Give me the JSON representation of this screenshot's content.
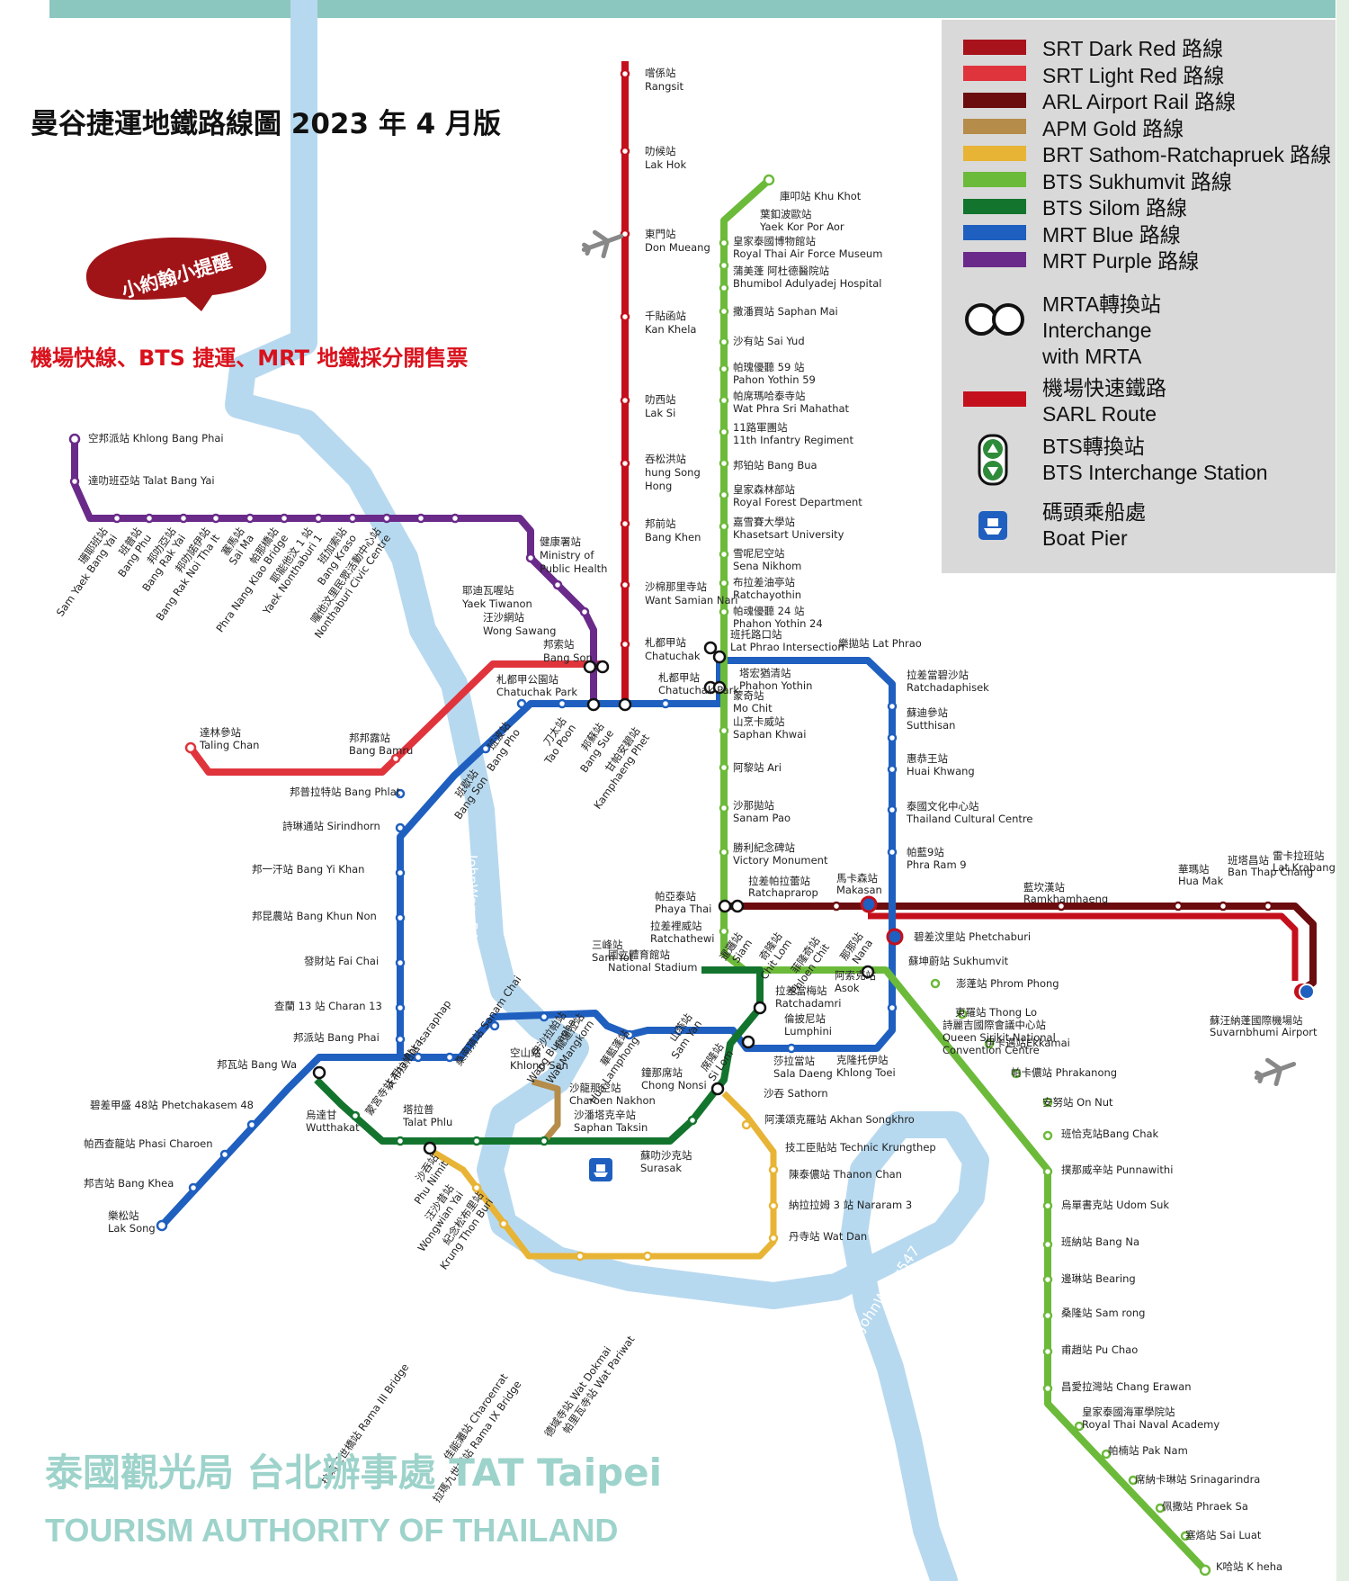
{
  "title": "曼谷捷運地鐵路線圖 2023 年 4 月版",
  "reminder": "小約翰小提醒",
  "notice": "機場快線、BTS 捷運、MRT 地鐵採分開售票",
  "footer": {
    "line1": "泰國觀光局 台北辦事處 TAT Taipei",
    "line2": "TOURISM AUTHORITY OF THAILAND"
  },
  "watermark": "JohnWang547",
  "colors": {
    "srt_dark_red": "#a8121b",
    "srt_light_red": "#e0343d",
    "arl": "#6b0c0f",
    "apm_gold": "#b58c4a",
    "brt": "#e8b435",
    "bts_sukhumvit": "#6cba3a",
    "bts_silom": "#13742e",
    "mrt_blue": "#1f5fbf",
    "mrt_purple": "#6a2a8a",
    "river": "#b7d9ef"
  },
  "legend": {
    "lines": [
      {
        "label": "SRT Dark Red 路線",
        "color": "#a8121b"
      },
      {
        "label": "SRT Light Red 路線",
        "color": "#e0343d"
      },
      {
        "label": "ARL Airport Rail 路線",
        "color": "#6b0c0f"
      },
      {
        "label": "APM Gold 路線",
        "color": "#b58c4a"
      },
      {
        "label": "BRT Sathom-Ratchapruek 路線",
        "color": "#e8b435"
      },
      {
        "label": "BTS Sukhumvit 路線",
        "color": "#6cba3a"
      },
      {
        "label": "BTS Silom 路線",
        "color": "#13742e"
      },
      {
        "label": "MRT Blue 路線",
        "color": "#1f5fbf"
      },
      {
        "label": "MRT Purple 路線",
        "color": "#6a2a8a"
      }
    ],
    "interchange": [
      "MRTA轉換站",
      "Interchange",
      "with MRTA"
    ],
    "sarl": [
      "機場快速鐵路",
      "SARL Route"
    ],
    "bts_interchange": [
      "BTS轉換站",
      "BTS Interchange Station"
    ],
    "boat_pier": [
      "碼頭乘船處",
      "Boat Pier"
    ]
  },
  "stations": {
    "srt_dark_red": [
      [
        "嚐係站",
        "Rangsit"
      ],
      [
        "叻候站",
        "Lak Hok"
      ],
      [
        "東門站",
        "Don Mueang"
      ],
      [
        "千貼函站",
        "Kan Khela"
      ],
      [
        "叻西站",
        "Lak Si"
      ],
      [
        "吞松洪站",
        "hung Song",
        "Hong"
      ],
      [
        "邦前站",
        "Bang Khen"
      ],
      [
        "沙棉那里寺站",
        "Want Samian Nari"
      ],
      [
        "札都甲站",
        "Chatuchak"
      ]
    ],
    "bts_sukhumvit_north": [
      [
        "庫叩站 Khu Khot"
      ],
      [
        "葉釦波歐站",
        "Yaek Kor Por Aor"
      ],
      [
        "皇家泰國博物館站",
        "Royal Thai Air Force Museum"
      ],
      [
        "蒲美蓬 阿杜德醫院站",
        "Bhumibol Adulyadej Hospital"
      ],
      [
        "撒潘買站 Saphan Mai"
      ],
      [
        "沙有站 Sai Yud"
      ],
      [
        "帕瑰優聽 59 站",
        "Pahon Yothin 59"
      ],
      [
        "帕席瑪哈泰寺站",
        "Wat Phra Sri Mahathat"
      ],
      [
        "11路軍團站",
        "11th Infantry Regiment"
      ],
      [
        "邦铂站 Bang Bua"
      ],
      [
        "皇家森林部站",
        "Royal Forest Department"
      ],
      [
        "嘉雪賽大學站",
        "Khasetsart University"
      ],
      [
        "雪呢尼空站",
        "Sena Nikhom"
      ],
      [
        "布拉差油亭站",
        "Ratchayothin"
      ],
      [
        "帕魂優聽 24 站",
        "Phahon Yothin 24"
      ],
      [
        "班托路口站",
        "Lat Phrao Intersection"
      ]
    ],
    "bts_sukhumvit_core": [
      [
        "蒙奇站",
        "Mo Chit"
      ],
      [
        "山烹卡威站",
        "Saphan Khwai"
      ],
      [
        "阿黎站 Ari"
      ],
      [
        "沙那拋站",
        "Sanam Pao"
      ],
      [
        "勝利紀念碑站",
        "Victory Monument"
      ],
      [
        "帕亞泰站",
        "Phaya Thai"
      ],
      [
        "拉差裡威站",
        "Ratchathewi"
      ]
    ],
    "mrt_purple": [
      [
        "空邦派站 Khlong Bang Phai"
      ],
      [
        "達叻班亞站 Talat Bang Yai"
      ],
      [
        "健康署站",
        "Ministry of",
        "Public Health"
      ],
      [
        "耶迪瓦喔站",
        "Yaek Tiwanon"
      ],
      [
        "汪沙網站",
        "Wong Sawang"
      ],
      [
        "邦索站",
        "Bang Son"
      ]
    ],
    "mrt_purple_diag": [
      [
        "珊耶班站",
        "Sam Yaek Bang Yai"
      ],
      [
        "班普站",
        "Bang Phu"
      ],
      [
        "邦叻亞站",
        "Bang Rak Yai"
      ],
      [
        "邦叻諾伊站",
        "Bang Rak Noi Tha It"
      ],
      [
        "塞馬站",
        "Sai Ma"
      ],
      [
        "帕那橋站",
        "Phra Nang Klao Bridge"
      ],
      [
        "耶能他汶 1 站",
        "Yaek Nonthaburi 1"
      ],
      [
        "班加索站",
        "Bang Kraso"
      ],
      [
        "嚨他汶里民眾活動中心站",
        "Nonthaburi Civic Centre"
      ]
    ],
    "srt_light_red": [
      [
        "達林參站",
        "Taling Chan"
      ],
      [
        "邦邦露站",
        "Bang Bamru"
      ],
      [
        "札都甲公園站",
        "Chatuchak Park"
      ]
    ],
    "mrt_blue_west": [
      [
        "邦普拉特站 Bang Phlat"
      ],
      [
        "詩琳通站 Sirindhorn"
      ],
      [
        "邦一汗站 Bang Yi Khan"
      ],
      [
        "邦昆農站 Bang Khun Non"
      ],
      [
        "發財站 Fai Chai"
      ],
      [
        "查蘭 13 站 Charan 13"
      ],
      [
        "邦派站 Bang Phai"
      ],
      [
        "邦瓦站 Bang Wa"
      ]
    ],
    "mrt_blue_sw": [
      [
        "碧差甲盛 48站 Phetchakasem 48"
      ],
      [
        "帕西查龍站 Phasi Charoen"
      ],
      [
        "邦吉站 Bang Khea"
      ],
      [
        "樂松站",
        "Lak Song"
      ]
    ],
    "mrt_blue_east": [
      [
        "樂拋站 Lat Phrao"
      ],
      [
        "拉差當碧沙站",
        "Ratchadaphisek"
      ],
      [
        "蘇迪參站",
        "Sutthisan"
      ],
      [
        "惠恭王站",
        "Huai Khwang"
      ],
      [
        "泰國文化中心站",
        "Thailand Cultural Centre"
      ],
      [
        "帕藍9站",
        "Phra Ram 9"
      ],
      [
        "碧差汶里站 Phetchaburi"
      ],
      [
        "蘇坤蔚站 Sukhumvit"
      ],
      [
        "克隆托伊站",
        "Khlong Toei"
      ]
    ],
    "bts_sukhumvit_south": [
      [
        "澎蓬站 Phrom Phong"
      ],
      [
        "東羅站 Thong Lo"
      ],
      [
        "伊卡邁站Ekkamai"
      ],
      [
        "帕卡儂站 Phrakanong"
      ],
      [
        "安努站 On Nut"
      ],
      [
        "班恰克站Bang Chak"
      ],
      [
        "撲那威辛站 Punnawithi"
      ],
      [
        "烏單書克站 Udom Suk"
      ],
      [
        "班納站 Bang Na"
      ],
      [
        "邊琳站 Bearing"
      ],
      [
        "桑隆站 Sam rong"
      ],
      [
        "甫趙站 Pu Chao"
      ],
      [
        "昌愛拉灣站 Chang Erawan"
      ],
      [
        "皇家泰國海軍學院站",
        "Royal Thai Naval Academy"
      ],
      [
        "帕楠站 Pak Nam"
      ],
      [
        "席納卡琳站 Srinagarindra"
      ],
      [
        "佩撒站 Phraek Sa"
      ],
      [
        "塞烙站 Sai Luat"
      ],
      [
        "K哈站 K heha"
      ]
    ],
    "bts_silom": [
      [
        "國立體育館站",
        "National Stadium"
      ],
      [
        "拉差當梅站",
        "Ratchadamri"
      ],
      [
        "倫披尼站",
        "Lumphini"
      ],
      [
        "空山站",
        "Khlong San"
      ],
      [
        "沙龍那空站",
        "Charoen Nakhon"
      ],
      [
        "沙潘塔克辛站",
        "Saphan Taksin"
      ],
      [
        "鐘那席站",
        "Chong Nonsi"
      ],
      [
        "莎拉當站",
        "Sala Daeng"
      ],
      [
        "沙吞 Sathorn"
      ],
      [
        "蘇叻沙克站",
        "Surasak"
      ],
      [
        "烏達甘",
        "Wutthakat"
      ],
      [
        "塔拉普",
        "Talat Phlu"
      ]
    ],
    "brt": [
      [
        "阿漢頌克羅站 Akhan Songkhro"
      ],
      [
        "技工臣貼站 Technic Krungthep"
      ],
      [
        "陳泰儂站 Thanon Chan"
      ],
      [
        "納拉拉姆 3 站 Nararam 3"
      ],
      [
        "丹寺站 Wat Dan"
      ]
    ],
    "arl": [
      [
        "馬卡森站",
        "Makasan"
      ],
      [
        "拉差帕拉蕾站",
        "Ratchaprarop"
      ],
      [
        "藍坎漢站",
        "Ramkhamhaeng"
      ],
      [
        "華瑪站",
        "Hua Mak"
      ],
      [
        "班塔昌站",
        "Ban Thap Chang"
      ],
      [
        "雷卡拉班站",
        "Lat Krabang"
      ],
      [
        "蘇汪納蓬國際機場站",
        "Suvarnbhumi Airport"
      ]
    ],
    "misc": [
      [
        "阿索克站",
        "Asok"
      ],
      [
        "詩麗吉國際會議中心站",
        "Queen Sirikit National",
        "Convention Centre"
      ],
      [
        "札都甲站",
        "Chatuchak Park"
      ],
      [
        "塔宏猶清站",
        "Phahon Yothin"
      ],
      [
        "三峰站",
        "Sam Yot"
      ]
    ],
    "mrt_blue_inner": [
      [
        "班歇站",
        "Bang Son"
      ],
      [
        "班波站",
        "Bang Pho"
      ],
      [
        "刀太站",
        "Tao Poon"
      ],
      [
        "邦蘇站",
        "Bang Sue"
      ],
      [
        "甘帕安碧站",
        "Kamphaeng Phet"
      ],
      [
        "蒙宮寺站 Tha Phra"
      ],
      [
        "沃布拉帕站 Isaraphap"
      ],
      [
        "桑南猜站 Sanam Chai"
      ],
      [
        "伊沙拉帕站",
        "Wang Burapha"
      ],
      [
        "龍蓮拉站",
        "Wat Mangkorn"
      ],
      [
        "華藍蓬站",
        "Hua Lamphong"
      ],
      [
        "山燕站",
        "Sam Yan"
      ],
      [
        "席隆站",
        "Si Lom"
      ],
      [
        "暹邏站",
        "Siam"
      ],
      [
        "奇隆站",
        "Chit Lom"
      ],
      [
        "菲隆奇站",
        "Phloen Chit"
      ],
      [
        "那那站",
        "Nana"
      ]
    ],
    "brt_diag": [
      [
        "沙吞站",
        "Phu Nimit"
      ],
      [
        "汪沙昔站",
        "Wongwian Yai"
      ],
      [
        "紀念松布里站",
        "Krung Thon Buri"
      ],
      [
        "拉瑪三世橋站 Rama III Bridge"
      ],
      [
        "佳能灘站 Charoenrat"
      ],
      [
        "拉瑪九世橋站 Rama IX Bridge"
      ],
      [
        "德域寺站 Wat Dokmai"
      ],
      [
        "帕里瓦寺站 Wat Pariwat"
      ]
    ]
  }
}
